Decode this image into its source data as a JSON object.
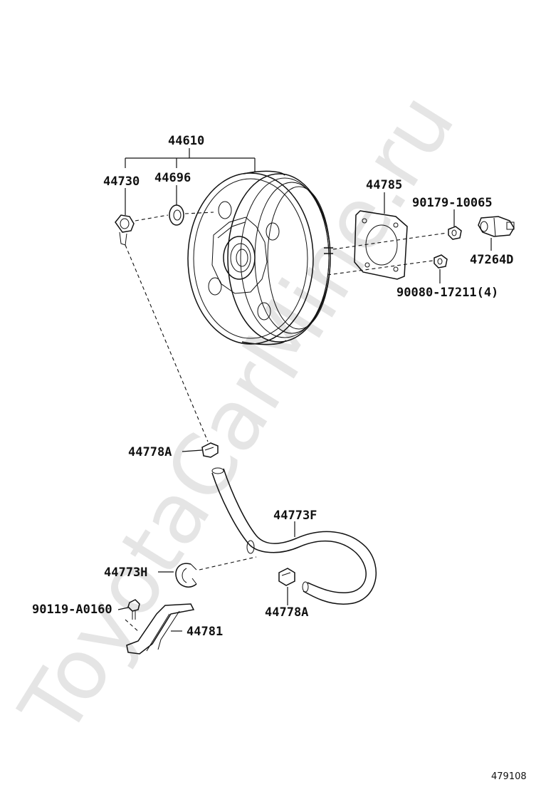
{
  "watermark": "ToyotaCarMine.ru",
  "figure_number": "479108",
  "parts": {
    "booster_assy": "44610",
    "check_valve": "44730",
    "grommet": "44696",
    "gasket": "44785",
    "nut": "90179-10065",
    "clevis": "47264D",
    "nut_set": "90080-17211(4)",
    "clamp_upper": "44778A",
    "hose": "44773F",
    "clip": "44773H",
    "clamp_lower": "44778A",
    "bolt": "90119-A0160",
    "bracket": "44781"
  }
}
